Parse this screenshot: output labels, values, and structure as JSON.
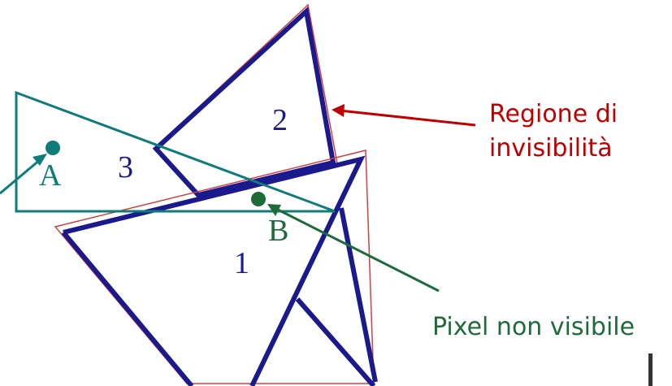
{
  "labels": {
    "region_label_line1": "Regione di",
    "region_label_line2": "invisibilità",
    "pixel_label": "Pixel non visibile",
    "point_a": "A",
    "point_b": "B",
    "tri_1": "1",
    "tri_2": "2",
    "tri_3": "3"
  },
  "colors": {
    "navy": "#1a1a8c",
    "teal": "#0f7b7b",
    "dark_green": "#1e6b3a",
    "red": "#c00000",
    "outline_red": "#d04040"
  }
}
